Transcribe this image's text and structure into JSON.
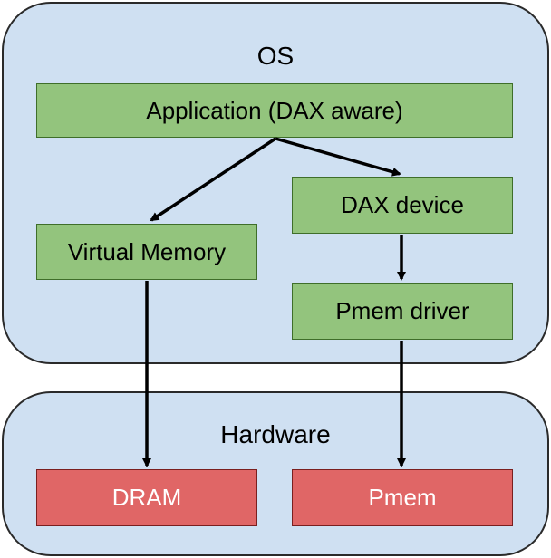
{
  "os": {
    "title": "OS",
    "application": "Application (DAX aware)",
    "dax_device": "DAX device",
    "virtual_memory": "Virtual Memory",
    "pmem_driver": "Pmem driver"
  },
  "hardware": {
    "title": "Hardware",
    "dram": "DRAM",
    "pmem": "Pmem"
  },
  "colors": {
    "region_fill": "#cfe0f2",
    "software_box": "#93c47d",
    "hardware_box": "#e06666",
    "arrow": "#000000"
  }
}
